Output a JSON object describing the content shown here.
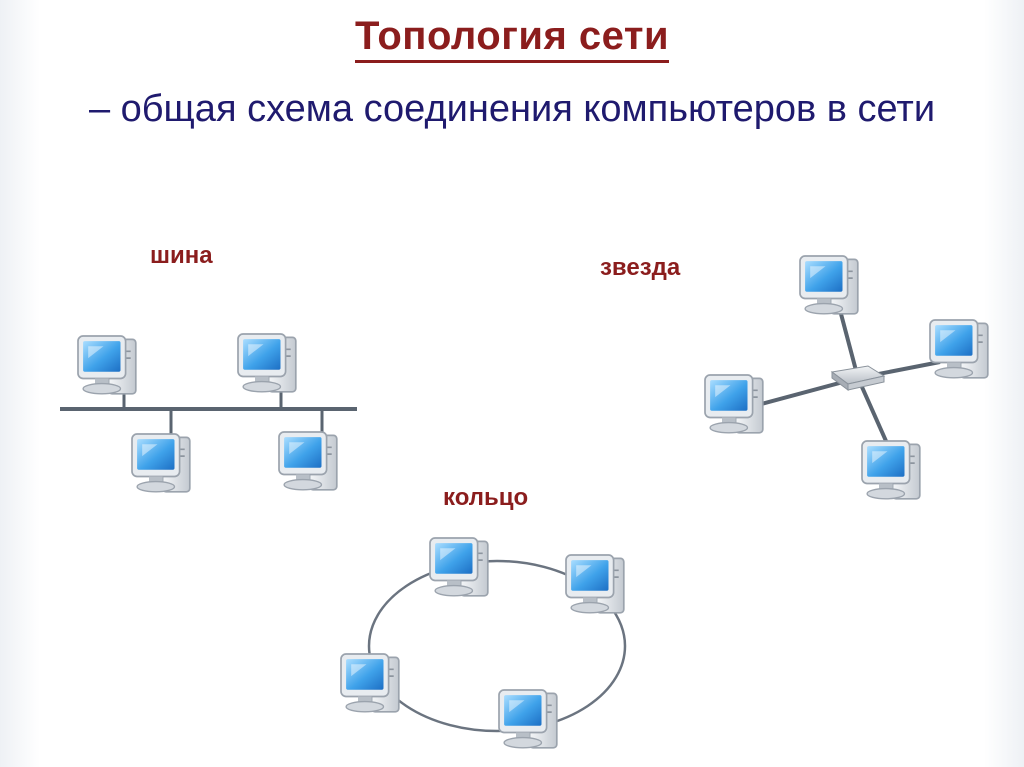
{
  "title": "Топология сети",
  "subtitle": "– общая схема соединения компьютеров в сети",
  "topologies": {
    "bus": {
      "label": "шина",
      "computers": 4
    },
    "star": {
      "label": "звезда",
      "computers": 4,
      "center": "hub"
    },
    "ring": {
      "label": "кольцо",
      "computers": 4
    }
  },
  "colors": {
    "title": "#8b1d1d",
    "subtitle": "#1f1a6e",
    "label": "#8b1d1d",
    "screen": "#3fa2ea",
    "line": "#5a6470"
  },
  "icons": {
    "node": "computer-icon",
    "center": "hub-icon"
  }
}
